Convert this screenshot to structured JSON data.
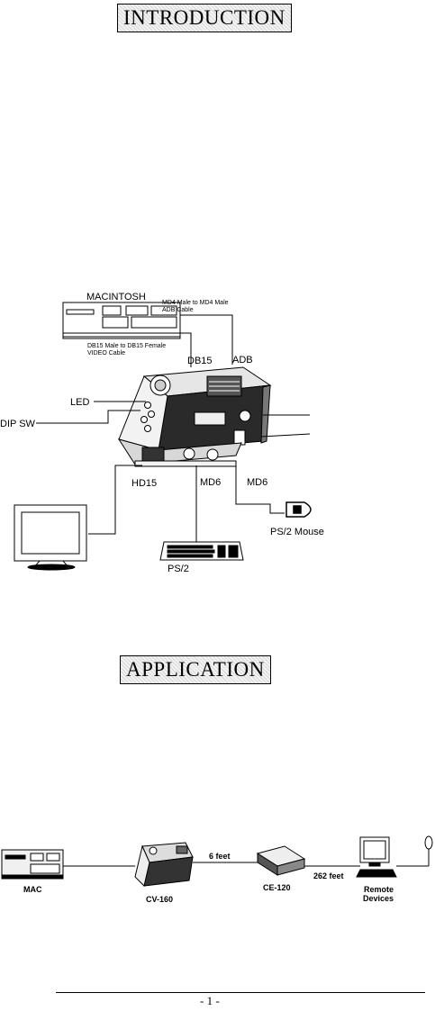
{
  "headings": {
    "introduction": "INTRODUCTION",
    "application": "APPLICATION"
  },
  "intro_diagram": {
    "macintosh": "MACINTOSH",
    "adb_cable": [
      "MD4 Male to MD4 Male",
      "ADB Cable"
    ],
    "video_cable": [
      "DB15 Male to DB15 Female",
      "VIDEO Cable"
    ],
    "db15": "DB15",
    "adb": "ADB",
    "led": "LED",
    "dip_sw": "DIP SW",
    "hd15": "HD15",
    "md6_kb": "MD6",
    "md6_mouse": "MD6",
    "mouse": "PS/2 Mouse",
    "keyboard": "PS/2"
  },
  "app_diagram": {
    "mac": "MAC",
    "cv160": "CV-160",
    "six_feet": "6 feet",
    "ce120": "CE-120",
    "feet262": "262 feet",
    "remote": [
      "Remote",
      "Devices"
    ]
  },
  "footer": {
    "page": "- 1 -"
  }
}
